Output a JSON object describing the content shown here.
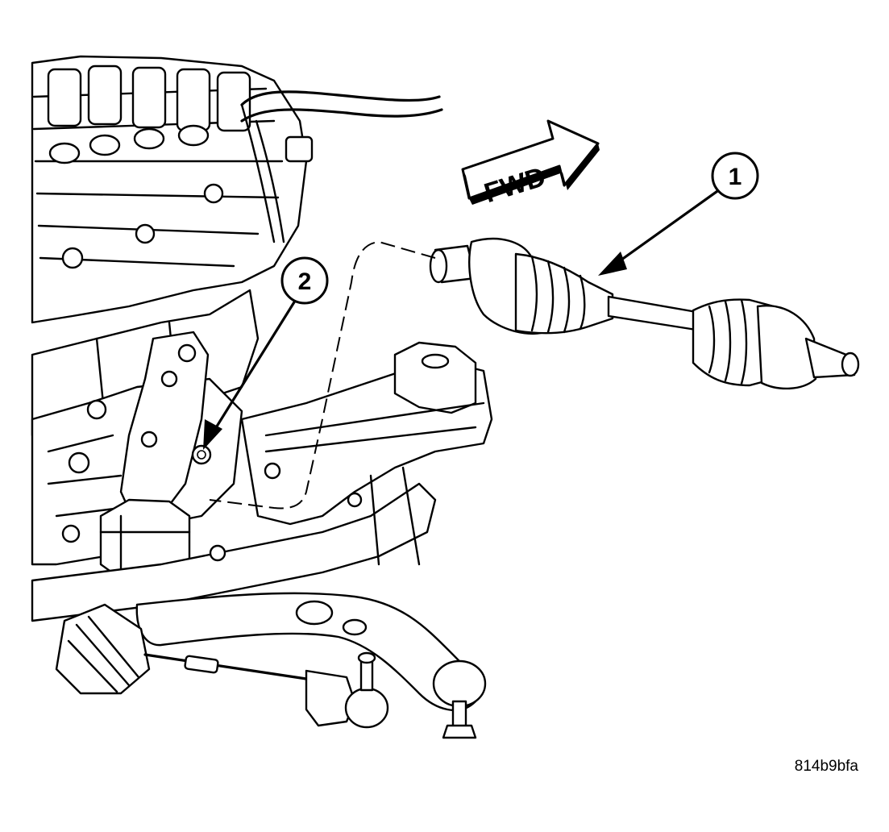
{
  "callouts": [
    {
      "number": "1"
    },
    {
      "number": "2"
    }
  ],
  "direction_label": "FWD",
  "figure_id": "814b9bfa"
}
